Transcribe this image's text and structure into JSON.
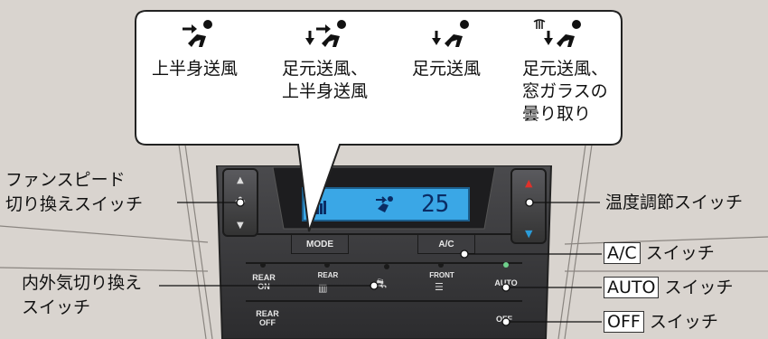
{
  "callout": {
    "modes": [
      {
        "label": "上半身送風",
        "icon": "face-vent-icon"
      },
      {
        "label": "足元送風、\n上半身送風",
        "icon": "bilevel-vent-icon"
      },
      {
        "label": "足元送風",
        "icon": "floor-vent-icon"
      },
      {
        "label": "足元送風、\n窓ガラスの\n曇り取り",
        "icon": "floor-defrost-vent-icon"
      }
    ]
  },
  "labels": {
    "fan_speed": "ファンスピード\n切り換えスイッチ",
    "temperature": "温度調節スイッチ",
    "recirc": "内外気切り換え\nスイッチ",
    "ac_boxed": "A/C",
    "ac_suffix": " スイッチ",
    "auto_boxed": "AUTO",
    "auto_suffix": " スイッチ",
    "off_boxed": "OFF",
    "off_suffix": " スイッチ"
  },
  "panel": {
    "mode": "MODE",
    "ac": "A/C",
    "rear": "REAR",
    "front": "FRONT",
    "rear_on": "REAR\nON",
    "rear_off": "REAR\nOFF",
    "auto": "AUTO",
    "off": "OFF",
    "display_temp": "25"
  },
  "colors": {
    "lcd_bg": "#3aa7e6",
    "temp_up": "#e0302a",
    "temp_down": "#2b9cd8",
    "panel": "#3b3b3e"
  }
}
